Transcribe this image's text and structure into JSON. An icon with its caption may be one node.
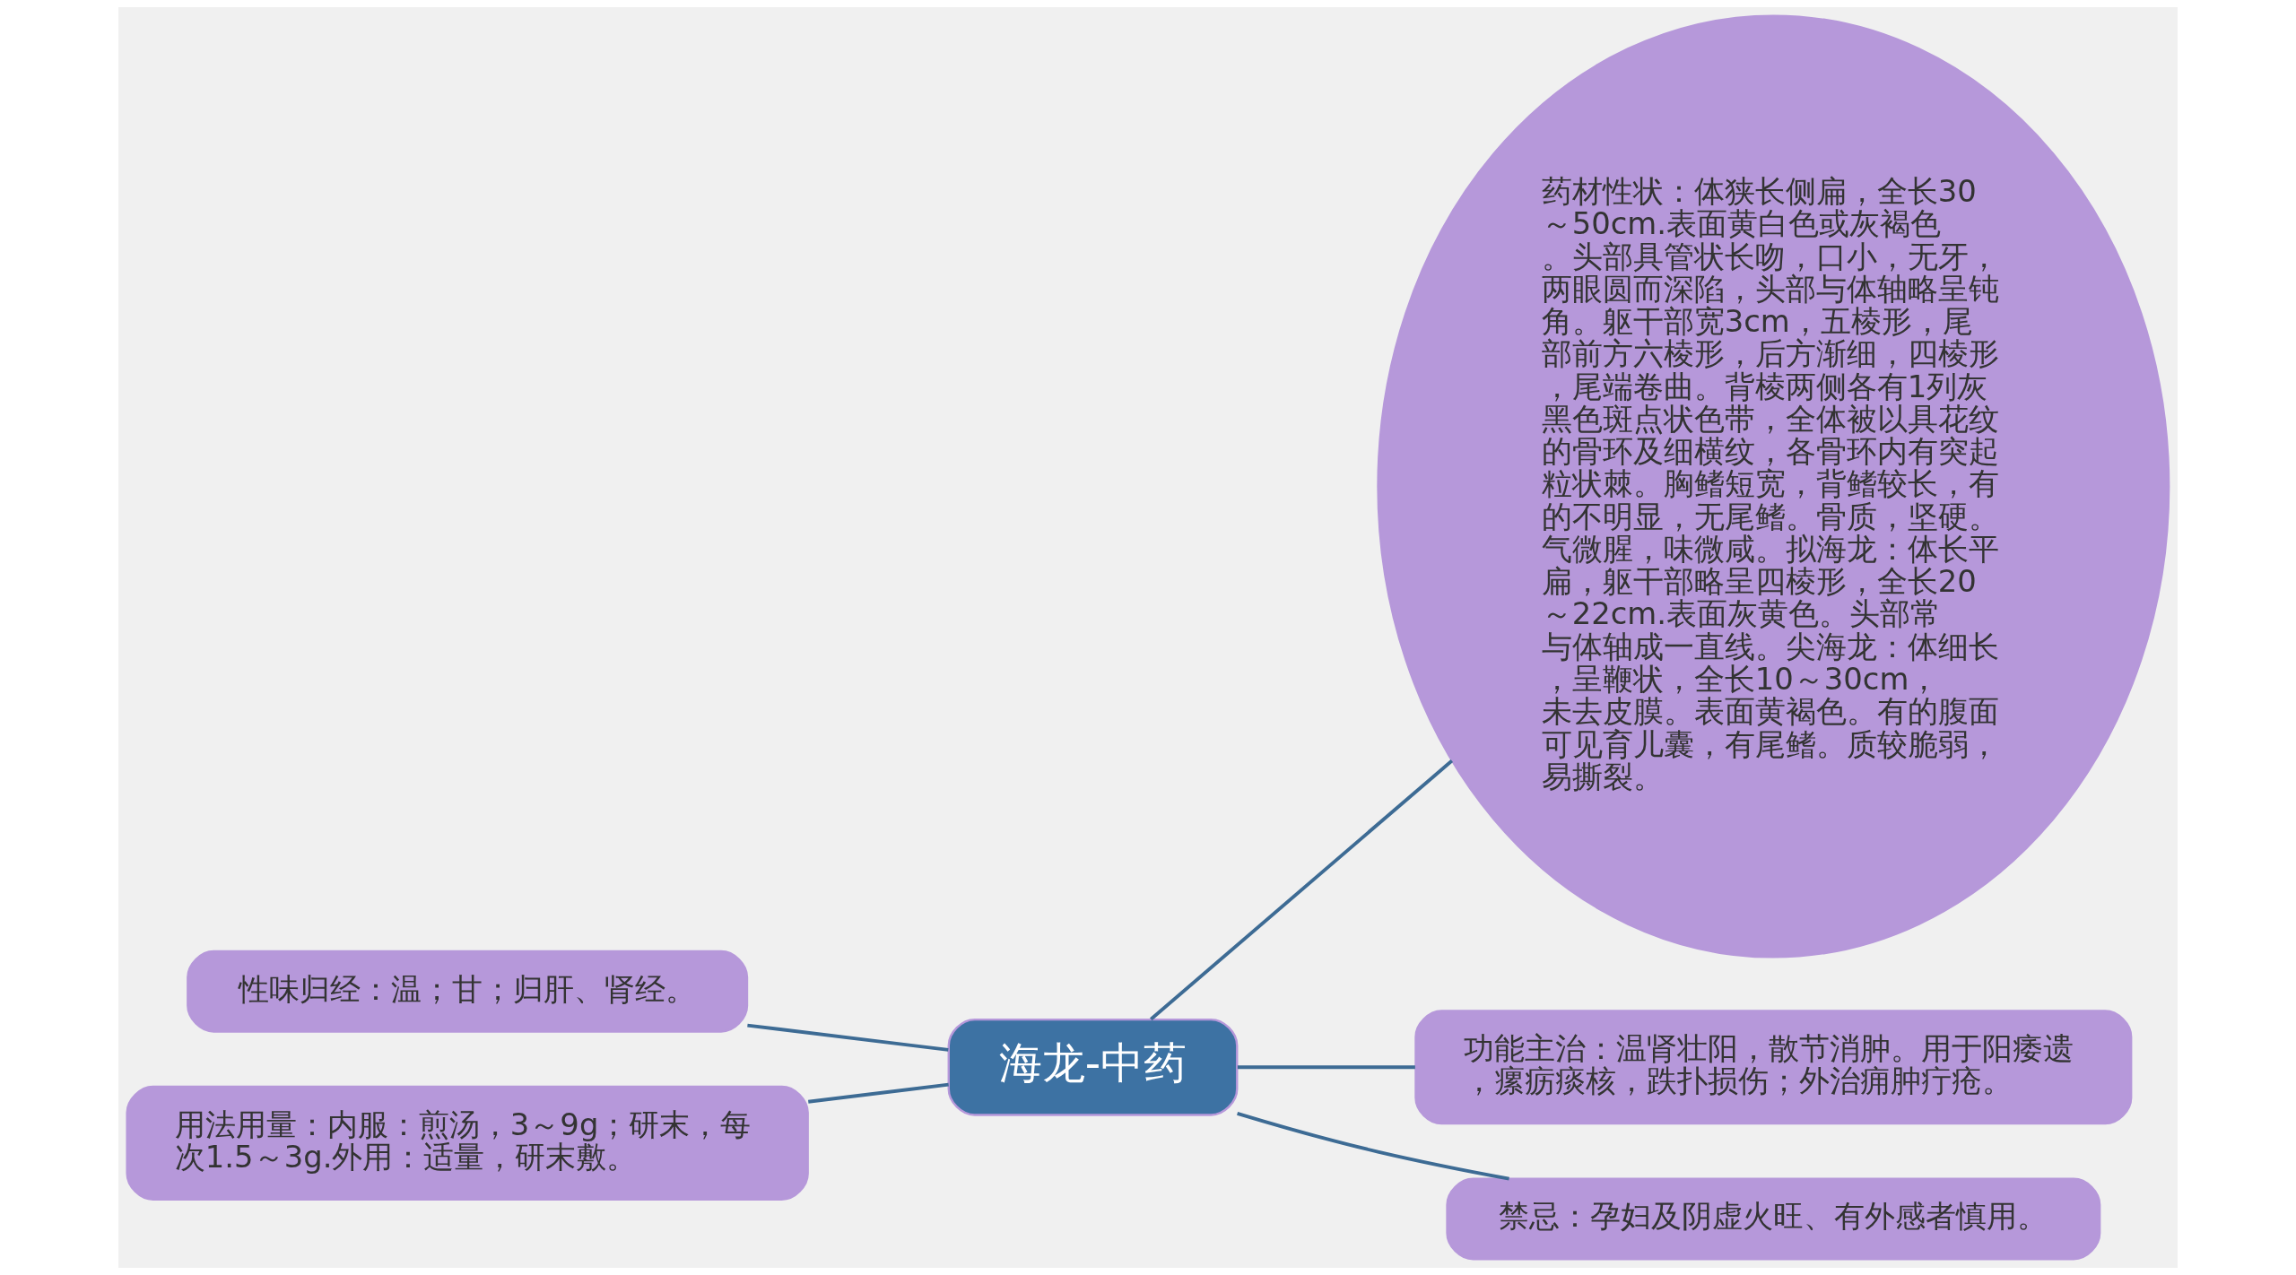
{
  "diagram": {
    "nodes": [
      {
        "text": [
          "海龙-中药"
        ]
      },
      {
        "text": [
          "药材性状：体狭长侧扁，全长30～50cm.表面黄白色或灰褐色。头部具管状长吻，口小，无牙，两眼圆而深陷，头部与体轴略呈钝角。躯干部宽3cm，五棱形，尾部前方六棱形，后方渐细，四棱形，尾端卷曲。背棱两侧各有1列灰黑色斑点状色带，全体被以具花纹的骨环及细横纹，各骨环内有突起粒状棘。胸鳍短宽，背鳍较长，有的不明显，无尾鳍。骨质，坚硬。气微腥，味微咸。拟海龙：体长平扁，躯干部略呈四棱形，全长20～22cm.表面灰黄色。头部常与体轴成一直线。尖海龙：体细长，呈鞭状，全长10～30cm，未去皮膜。表面黄褐色。有的腹面可见育儿囊，有尾鳍。质较脆弱，易撕裂。"
        ]
      },
      {
        "text": [
          "性味归经：温；甘；归肝、肾经。"
        ]
      },
      {
        "text": [
          "用法用量：内服：煎汤，3～9g；研末，每次1.5～3g.外用：适量，研末敷。"
        ]
      },
      {
        "text": [
          "功能主治：温肾壮阳，散节消肿。用于阳痿遗，瘰疬痰核，跌扑损伤；外治痈肿疔疮。"
        ]
      },
      {
        "text": [
          "禁忌：孕妇及阴虚火旺、有外感者慎用。"
        ]
      }
    ],
    "edges": [
      {
        "from": 0,
        "to": 1,
        "arrow": "none"
      },
      {
        "from": 0,
        "to": 2,
        "arrow": "none"
      },
      {
        "from": 0,
        "to": 3,
        "arrow": "none"
      },
      {
        "from": 0,
        "to": 4,
        "arrow": "none"
      },
      {
        "from": 0,
        "to": 5,
        "arrow": "none"
      }
    ]
  }
}
